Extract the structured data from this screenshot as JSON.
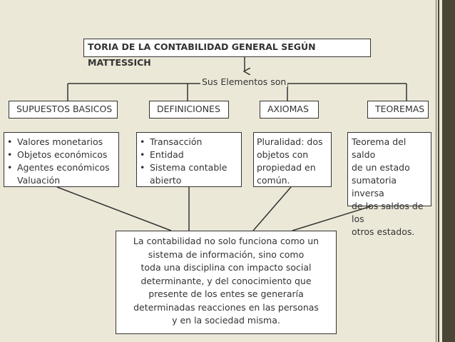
{
  "title": "TORIA DE LA CONTABILIDAD GENERAL SEGÚN MATTESSICH",
  "connector_label": "Sus Elementos son",
  "categories": [
    {
      "header": "SUPUESTOS BASICOS",
      "items": [
        "Valores monetarios",
        "Objetos económicos",
        "Agentes económicos",
        "Valuación"
      ]
    },
    {
      "header": "DEFINICIONES",
      "items": [
        "Transacción",
        "Entidad",
        "Sistema contable",
        "abierto"
      ]
    },
    {
      "header": "AXIOMAS",
      "text": [
        "Pluralidad: dos",
        "objetos con",
        "propiedad en",
        "común."
      ]
    },
    {
      "header": "TEOREMAS",
      "text": [
        "Teorema del saldo",
        "de un estado",
        "sumatoria inversa",
        "de los saldos de los",
        "otros estados."
      ]
    }
  ],
  "conclusion": [
    "La contabilidad no solo funciona como un",
    "sistema de información, sino como",
    "toda una disciplina con impacto social",
    "determinante, y del conocimiento que",
    "presente de los entes se generaría",
    "determinadas reacciones en las personas",
    "y en la sociedad misma."
  ]
}
